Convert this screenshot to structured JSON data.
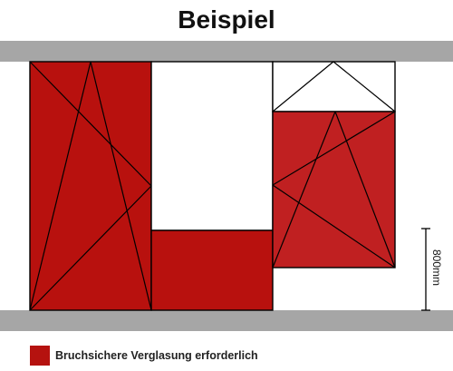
{
  "title": "Beispiel",
  "dimension_label": "800mm",
  "legend": {
    "label": "Bruchsichere Verglasung erforderlich",
    "color": "#b5120f"
  },
  "colors": {
    "wall": "#a6a6a6",
    "glass_red": "#b8110e",
    "glass_red_light": "#c02021",
    "outline": "#000000"
  }
}
